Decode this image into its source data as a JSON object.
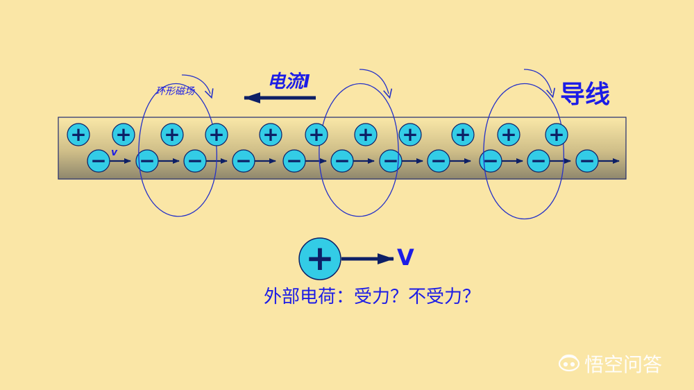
{
  "labels": {
    "field": "环形磁场",
    "current": "电流I",
    "wire": "导线",
    "velocity_inner": "v",
    "velocity_outer": "V",
    "question": "外部电荷：受力？不受力？",
    "watermark": "悟空问答"
  },
  "symbols": {
    "plus": "+",
    "minus": "−"
  },
  "colors": {
    "background": "#FAE6A6",
    "text": "#1C1CE6",
    "charge_fill": "#33CCE6",
    "arrow": "#0D1F66",
    "field_loop": "#2430C8",
    "watermark": "#FFFFFF"
  },
  "counts": {
    "positive_charges": 11,
    "negative_charges": 11
  },
  "icons": [
    "plus-icon",
    "minus-icon",
    "arrow-icon",
    "field-loop-icon",
    "logo-icon"
  ]
}
